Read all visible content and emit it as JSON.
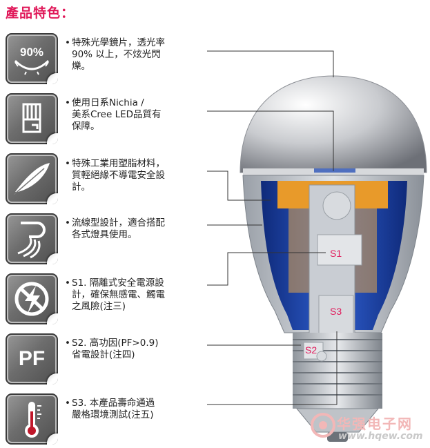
{
  "title": "產品特色：",
  "bullet": "•",
  "features": [
    {
      "icon": "lens-90-percent-icon",
      "icon_text": "90%",
      "text": "特殊光學鏡片，透光率\n90% 以上，不炫光閃\n爍。"
    },
    {
      "icon": "led-chip-icon",
      "text": "使用日系Nichia /\n美系Cree LED品質有\n保障。"
    },
    {
      "icon": "feather-icon",
      "text": "特殊工業用塑脂材料，\n質輕絕緣不導電安全設\n計。"
    },
    {
      "icon": "streamline-icon",
      "text": "流線型設計，適合搭配\n各式燈具使用。"
    },
    {
      "icon": "no-shock-icon",
      "text": "S1. 隔離式安全電源設\n計，確保無感電、觸電\n之風險(注三)"
    },
    {
      "icon": "pf-icon",
      "icon_text": "PF",
      "text": "S2. 高功因(PF>0.9)\n省電設計(注四)"
    },
    {
      "icon": "thermometer-icon",
      "text": "S3. 本產品壽命通過\n嚴格環境測試(注五)"
    }
  ],
  "bulb_labels": {
    "s1": "S1",
    "s2": "S2",
    "s3": "S3"
  },
  "watermark": {
    "name": "华强电子网",
    "url": "www.hqew.com"
  },
  "colors": {
    "title": "#e0195a",
    "accent": "#e0195a",
    "blue": "#1d3f9e",
    "orange": "#e89a2a"
  }
}
